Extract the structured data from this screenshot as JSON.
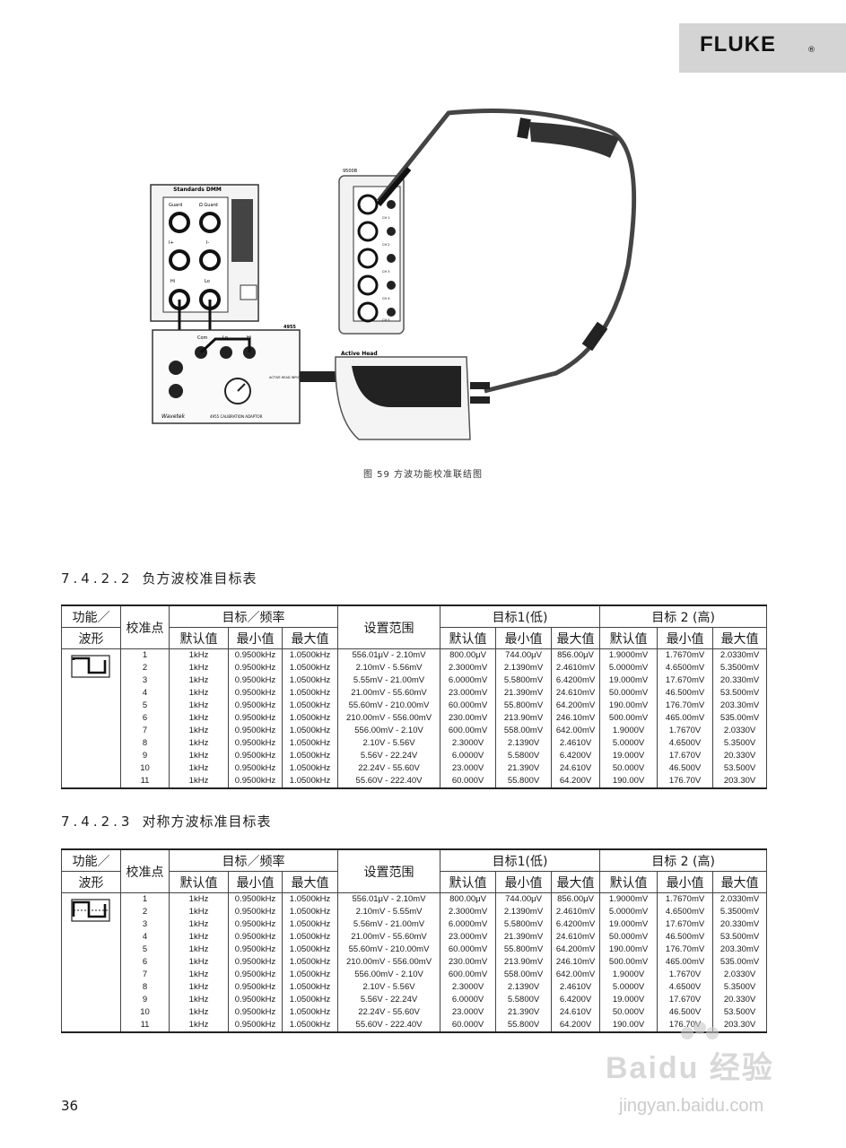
{
  "header": {
    "logo": "FLUKE",
    "logo_mark": "®"
  },
  "figure": {
    "caption": "图 59 方波功能校准联结图",
    "labels": {
      "standard_dmm": "Standards DMM",
      "guard": "Guard",
      "ohm_guard": "Ω Guard",
      "i_plus": "I+",
      "i_minus": "I-",
      "hi": "Hi",
      "lo": "Lo",
      "adapter_model": "4955",
      "com": "Com",
      "adapter_lo": "Lo",
      "adapter_hi": "Hi",
      "adapter_name": "4955 CALIBRATION ADAPTOR",
      "brand": "Wavetek",
      "active_head_input": "ACTIVE HEAD INPUT",
      "active_head": "Active Head",
      "calibrator": "9500B",
      "ch1": "CH 1",
      "ch2": "CH 2",
      "ch3": "CH 3",
      "ch4": "CH 4",
      "ch5": "CH 5"
    }
  },
  "section1": {
    "number": "7.4.2.2",
    "title": "负方波校准目标表",
    "headers": {
      "function": "功能／",
      "waveform": "波形",
      "cal_point": "校准点",
      "target_freq": "目标／频率",
      "default": "默认值",
      "min": "最小值",
      "max": "最大值",
      "setting_range": "设置范围",
      "target1": "目标1(低)",
      "target2": "目标 2 (高)"
    },
    "columns": {
      "points": [
        "1",
        "2",
        "3",
        "4",
        "5",
        "6",
        "7",
        "8",
        "9",
        "10",
        "11"
      ],
      "freq_default": [
        "1kHz",
        "1kHz",
        "1kHz",
        "1kHz",
        "1kHz",
        "1kHz",
        "1kHz",
        "1kHz",
        "1kHz",
        "1kHz",
        "1kHz"
      ],
      "freq_min": [
        "0.9500kHz",
        "0.9500kHz",
        "0.9500kHz",
        "0.9500kHz",
        "0.9500kHz",
        "0.9500kHz",
        "0.9500kHz",
        "0.9500kHz",
        "0.9500kHz",
        "0.9500kHz",
        "0.9500kHz"
      ],
      "freq_max": [
        "1.0500kHz",
        "1.0500kHz",
        "1.0500kHz",
        "1.0500kHz",
        "1.0500kHz",
        "1.0500kHz",
        "1.0500kHz",
        "1.0500kHz",
        "1.0500kHz",
        "1.0500kHz",
        "1.0500kHz"
      ],
      "range": [
        "556.01μV - 2.10mV",
        "2.10mV - 5.56mV",
        "5.55mV - 21.00mV",
        "21.00mV - 55.60mV",
        "55.60mV - 210.00mV",
        "210.00mV - 556.00mV",
        "556.00mV - 2.10V",
        "2.10V - 5.56V",
        "5.56V - 22.24V",
        "22.24V - 55.60V",
        "55.60V - 222.40V"
      ],
      "t1_default": [
        "800.00μV",
        "2.3000mV",
        "6.0000mV",
        "23.000mV",
        "60.000mV",
        "230.00mV",
        "600.00mV",
        "2.3000V",
        "6.0000V",
        "23.000V",
        "60.000V"
      ],
      "t1_min": [
        "744.00μV",
        "2.1390mV",
        "5.5800mV",
        "21.390mV",
        "55.800mV",
        "213.90mV",
        "558.00mV",
        "2.1390V",
        "5.5800V",
        "21.390V",
        "55.800V"
      ],
      "t1_max": [
        "856.00μV",
        "2.4610mV",
        "6.4200mV",
        "24.610mV",
        "64.200mV",
        "246.10mV",
        "642.00mV",
        "2.4610V",
        "6.4200V",
        "24.610V",
        "64.200V"
      ],
      "t2_default": [
        "1.9000mV",
        "5.0000mV",
        "19.000mV",
        "50.000mV",
        "190.00mV",
        "500.00mV",
        "1.9000V",
        "5.0000V",
        "19.000V",
        "50.000V",
        "190.00V"
      ],
      "t2_min": [
        "1.7670mV",
        "4.6500mV",
        "17.670mV",
        "46.500mV",
        "176.70mV",
        "465.00mV",
        "1.7670V",
        "4.6500V",
        "17.670V",
        "46.500V",
        "176.70V"
      ],
      "t2_max": [
        "2.0330mV",
        "5.3500mV",
        "20.330mV",
        "53.500mV",
        "203.30mV",
        "535.00mV",
        "2.0330V",
        "5.3500V",
        "20.330V",
        "53.500V",
        "203.30V"
      ]
    }
  },
  "section2": {
    "number": "7.4.2.3",
    "title": "对称方波标准目标表",
    "headers": {
      "function": "功能／",
      "waveform": "波形",
      "cal_point": "校准点",
      "target_freq": "目标／频率",
      "default": "默认值",
      "min": "最小值",
      "max": "最大值",
      "setting_range": "设置范围",
      "target1": "目标1(低)",
      "target2": "目标 2 (高)"
    },
    "columns": {
      "points": [
        "1",
        "2",
        "3",
        "4",
        "5",
        "6",
        "7",
        "8",
        "9",
        "10",
        "11"
      ],
      "freq_default": [
        "1kHz",
        "1kHz",
        "1kHz",
        "1kHz",
        "1kHz",
        "1kHz",
        "1kHz",
        "1kHz",
        "1kHz",
        "1kHz",
        "1kHz"
      ],
      "freq_min": [
        "0.9500kHz",
        "0.9500kHz",
        "0.9500kHz",
        "0.9500kHz",
        "0.9500kHz",
        "0.9500kHz",
        "0.9500kHz",
        "0.9500kHz",
        "0.9500kHz",
        "0.9500kHz",
        "0.9500kHz"
      ],
      "freq_max": [
        "1.0500kHz",
        "1.0500kHz",
        "1.0500kHz",
        "1.0500kHz",
        "1.0500kHz",
        "1.0500kHz",
        "1.0500kHz",
        "1.0500kHz",
        "1.0500kHz",
        "1.0500kHz",
        "1.0500kHz"
      ],
      "range": [
        "556.01μV - 2.10mV",
        "2.10mV - 5.55mV",
        "5.56mV - 21.00mV",
        "21.00mV - 55.60mV",
        "55.60mV - 210.00mV",
        "210.00mV - 556.00mV",
        "556.00mV - 2.10V",
        "2.10V - 5.56V",
        "5.56V - 22.24V",
        "22.24V - 55.60V",
        "55.60V - 222.40V"
      ],
      "t1_default": [
        "800.00μV",
        "2.3000mV",
        "6.0000mV",
        "23.000mV",
        "60.000mV",
        "230.00mV",
        "600.00mV",
        "2.3000V",
        "6.0000V",
        "23.000V",
        "60.000V"
      ],
      "t1_min": [
        "744.00μV",
        "2.1390mV",
        "5.5800mV",
        "21.390mV",
        "55.800mV",
        "213.90mV",
        "558.00mV",
        "2.1390V",
        "5.5800V",
        "21.390V",
        "55.800V"
      ],
      "t1_max": [
        "856.00μV",
        "2.4610mV",
        "6.4200mV",
        "24.610mV",
        "64.200mV",
        "246.10mV",
        "642.00mV",
        "2.4610V",
        "6.4200V",
        "24.610V",
        "64.200V"
      ],
      "t2_default": [
        "1.9000mV",
        "5.0000mV",
        "19.000mV",
        "50.000mV",
        "190.00mV",
        "500.00mV",
        "1.9000V",
        "5.0000V",
        "19.000V",
        "50.000V",
        "190.00V"
      ],
      "t2_min": [
        "1.7670mV",
        "4.6500mV",
        "17.670mV",
        "46.500mV",
        "176.70mV",
        "465.00mV",
        "1.7670V",
        "4.6500V",
        "17.670V",
        "46.500V",
        "176.70V"
      ],
      "t2_max": [
        "2.0330mV",
        "5.3500mV",
        "20.330mV",
        "53.500mV",
        "203.30mV",
        "535.00mV",
        "2.0330V",
        "5.3500V",
        "20.330V",
        "53.500V",
        "203.30V"
      ]
    }
  },
  "page_number": "36",
  "watermark": {
    "brand": "Baidu 经验",
    "url": "jingyan.baidu.com"
  }
}
